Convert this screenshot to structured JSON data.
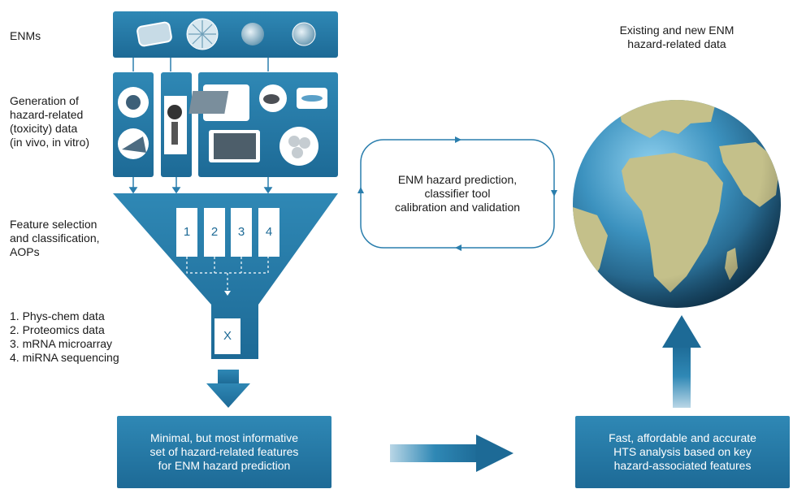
{
  "left_labels": {
    "enms": "ENMs",
    "generation": "Generation of\nhazard-related\n(toxicity) data\n(in vivo, in vitro)",
    "feature": "Feature selection\nand classification,\nAOPs",
    "data_types": "1. Phys-chem data\n2. Proteomics data\n3. mRNA microarray\n4. miRNA sequencing"
  },
  "funnel": {
    "boxes": [
      "1",
      "2",
      "3",
      "4"
    ],
    "output": "X"
  },
  "bottom_left_box": "Minimal, but most informative\nset of hazard-related features\nfor ENM hazard prediction",
  "bottom_right_box": "Fast, affordable and accurate\nHTS analysis based on key\nhazard-associated features",
  "cycle_text": "ENM hazard prediction,\nclassifier tool\ncalibration and validation",
  "globe_title": "Existing and new ENM\nhazard-related data",
  "colors": {
    "blue_dark": "#1d6a96",
    "blue_light": "#2f88b5",
    "globe_ocean": "#2c7fae",
    "globe_land": "#c4c08a"
  }
}
